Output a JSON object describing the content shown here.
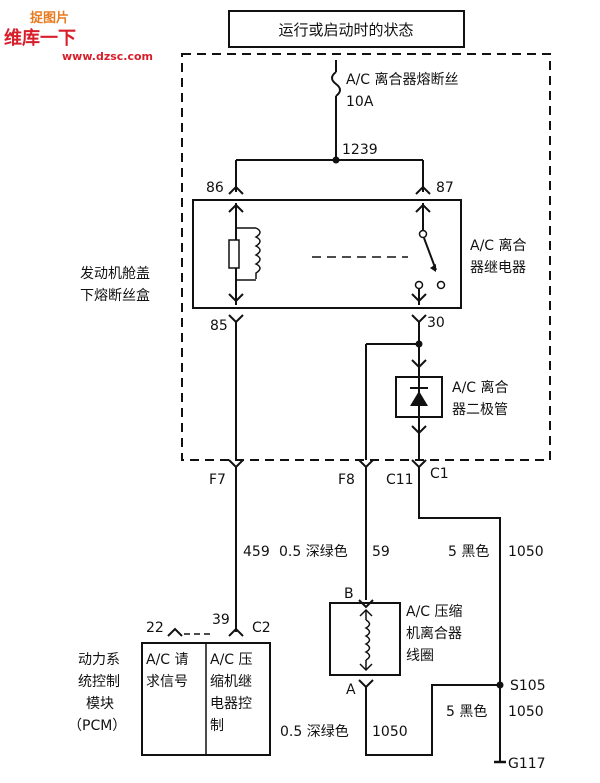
{
  "watermark": {
    "line1": "捉图片",
    "line2": "维库一下",
    "url": "www.dzsc.com"
  },
  "title": "运行或启动时的状态",
  "fuse": {
    "name": "A/C 离合器熔断丝",
    "rating": "10A"
  },
  "nodes": {
    "n1239": "1239"
  },
  "relay": {
    "pin86": "86",
    "pin87": "87",
    "pin85": "85",
    "pin30": "30",
    "label_line1": "A/C 离合",
    "label_line2": "器继电器"
  },
  "fusebox": {
    "line1": "发动机舱盖",
    "line2": "下熔断丝盒"
  },
  "diode": {
    "line1": "A/C 离合",
    "line2": "器二极管"
  },
  "connectors": {
    "f7": "F7",
    "f8": "F8",
    "c11": "C11",
    "c1": "C1",
    "c2": "C2",
    "p22": "22",
    "p39": "39",
    "b": "B",
    "a": "A"
  },
  "wires": {
    "w459": "459",
    "w05dg_top": "0.5 深绿色",
    "w59": "59",
    "w5blk_top": "5 黑色",
    "w1050_top": "1050",
    "w05dg_bot": "0.5 深绿色",
    "w1050_bot": "1050",
    "w5blk_bot": "5 黑色",
    "w1050_right": "1050"
  },
  "splice": "S105",
  "ground": "G117",
  "coil": {
    "line1": "A/C 压缩",
    "line2": "机离合器",
    "line3": "线圈"
  },
  "pcm": {
    "line1": "动力系",
    "line2": "统控制",
    "line3": "模块",
    "line4": "（PCM）",
    "req1": "A/C 请",
    "req2": "求信号",
    "ctl1": "A/C 压",
    "ctl2": "缩机继",
    "ctl3": "电器控",
    "ctl4": "制"
  }
}
